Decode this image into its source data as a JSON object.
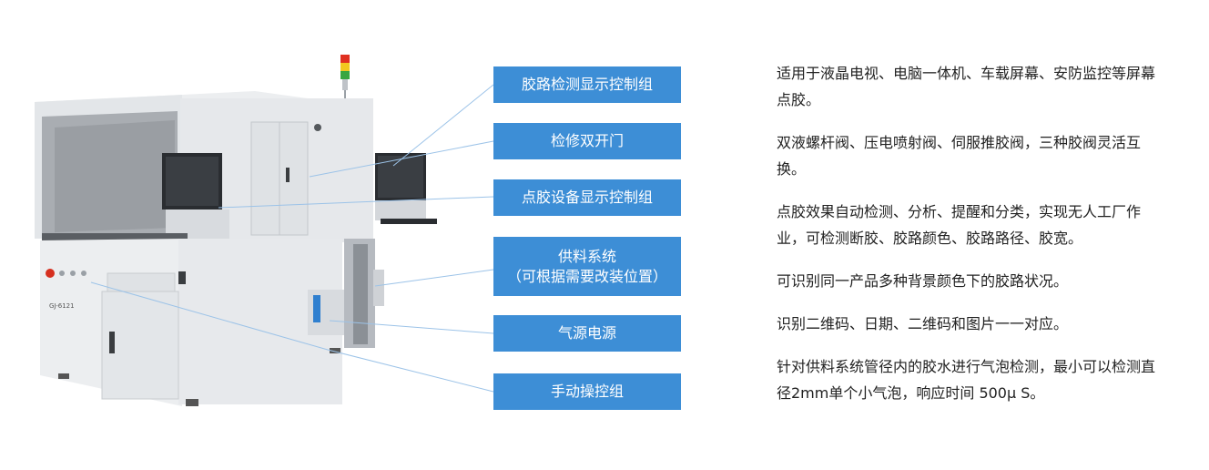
{
  "machine": {
    "model_label": "GJ-6121"
  },
  "labels": [
    {
      "text": "胶路检测显示控制组"
    },
    {
      "text": "检修双开门"
    },
    {
      "text": "点胶设备显示控制组"
    },
    {
      "text": "供料系统",
      "text2": "（可根据需要改装位置）"
    },
    {
      "text": "气源电源"
    },
    {
      "text": "手动操控组"
    }
  ],
  "features": [
    "适用于液晶电视、电脑一体机、车载屏幕、安防监控等屏幕点胶。",
    "双液螺杆阀、压电喷射阀、伺服推胶阀，三种胶阀灵活互换。",
    "点胶效果自动检测、分析、提醒和分类，实现无人工厂作业，可检测断胶、胶路颜色、胶路路径、胶宽。",
    "可识别同一产品多种背景颜色下的胶路状况。",
    "识别二维码、日期、二维码和图片一一对应。",
    "针对供料系统管径内的胶水进行气泡检测，最小可以检测直径2mm单个小气泡，响应时间 500μ S。"
  ],
  "colors": {
    "label_bg": "#3d8ed6",
    "machine_body": "#e7e9ec",
    "text": "#222222"
  }
}
